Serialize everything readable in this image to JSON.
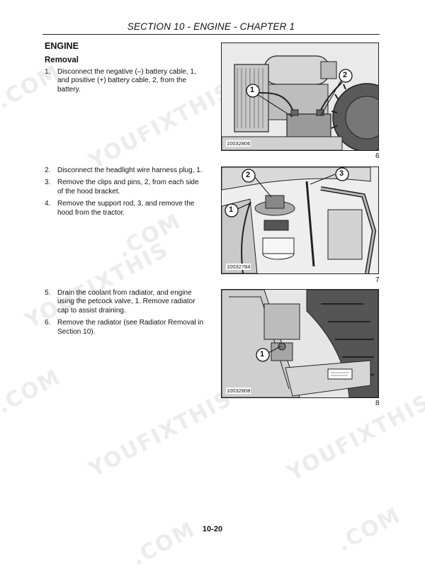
{
  "header": "SECTION 10 - ENGINE - CHAPTER 1",
  "section_title": "ENGINE",
  "subsection_title": "Removal",
  "steps_group1": [
    {
      "num": "1.",
      "text": "Disconnect the negative (–) battery cable, 1, and positive (+) battery cable, 2, from the battery."
    }
  ],
  "steps_group2": [
    {
      "num": "2.",
      "text": "Disconnect the headlight wire harness plug, 1."
    },
    {
      "num": "3.",
      "text": "Remove the clips and pins, 2, from each side of the hood bracket."
    },
    {
      "num": "4.",
      "text": "Remove the support rod, 3, and remove the hood from the tractor."
    }
  ],
  "steps_group3": [
    {
      "num": "5.",
      "text": "Drain the coolant from radiator, and engine using the petcock valve, 1. Remove radiator cap to assist draining."
    },
    {
      "num": "6.",
      "text": "Remove the radiator (see Radiator Removal in Section 10)."
    }
  ],
  "figures": [
    {
      "id": "10032806",
      "number": "6",
      "callouts": [
        "1",
        "2"
      ]
    },
    {
      "id": "10032784",
      "number": "7",
      "callouts": [
        "2",
        "3",
        "1"
      ]
    },
    {
      "id": "10032808",
      "number": "8",
      "callouts": [
        "1"
      ]
    }
  ],
  "page_number": "10-20",
  "watermark": {
    "text": "YOUFIXTHIS",
    "suffix": ".COM"
  }
}
